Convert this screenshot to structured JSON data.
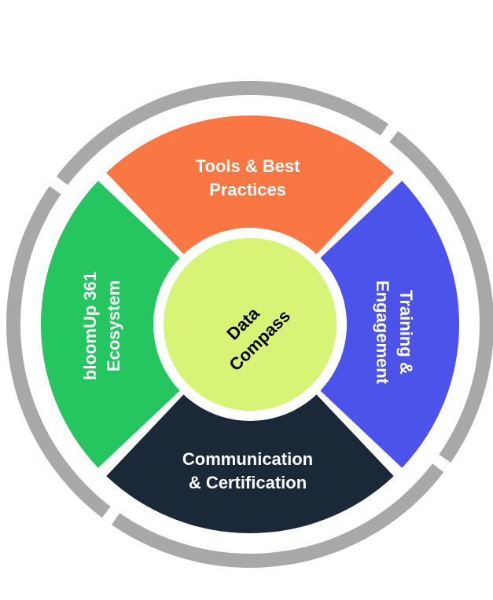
{
  "diagram": {
    "center": {
      "lines": [
        "Data",
        "Compass"
      ],
      "color": "#D6F576",
      "text_color": "#000000"
    },
    "segments": [
      {
        "id": "tools",
        "lines": [
          "Tools & Best",
          "Practices"
        ],
        "color": "#FA7643"
      },
      {
        "id": "training",
        "lines": [
          "Training &",
          "Engagement"
        ],
        "color": "#4B53EA"
      },
      {
        "id": "communication",
        "lines": [
          "Communication",
          "& Certification"
        ],
        "color": "#1B2838"
      },
      {
        "id": "ecosystem",
        "lines": [
          "bloomUp 361",
          "Ecosystem"
        ],
        "color": "#25C660"
      }
    ],
    "outer_ring_color": "#A8A8A8"
  }
}
